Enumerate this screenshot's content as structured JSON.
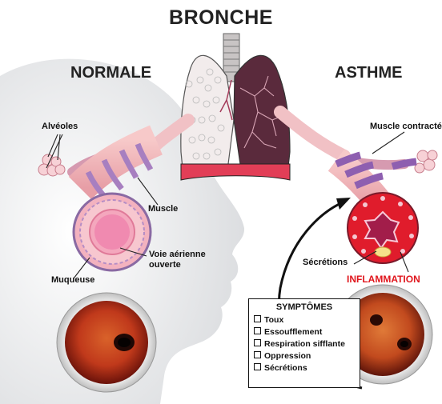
{
  "title": "BRONCHE",
  "left_heading": "NORMALE",
  "right_heading": "ASTHME",
  "labels": {
    "alveoles": "Alvéoles",
    "muscle": "Muscle",
    "voie_line1": "Voie aérienne",
    "voie_line2": "ouverte",
    "muqueuse": "Muqueuse",
    "muscle_contracte": "Muscle contracté",
    "secretions": "Sécrétions",
    "inflammation": "INFLAMMATION"
  },
  "symptoms": {
    "title": "SYMPTÔMES",
    "items": [
      "Toux",
      "Essoufflement",
      "Respiration sifflante",
      "Oppression",
      "Sécrétions"
    ]
  },
  "colors": {
    "healthy_lung": "#f2ecec",
    "asthma_lung": "#5a2a3c",
    "bronchus_pink": "#f4b8c0",
    "muscle_purple": "#a77fc0",
    "inflamed_red": "#e01c2c",
    "inflammation_text": "#e0161d"
  }
}
